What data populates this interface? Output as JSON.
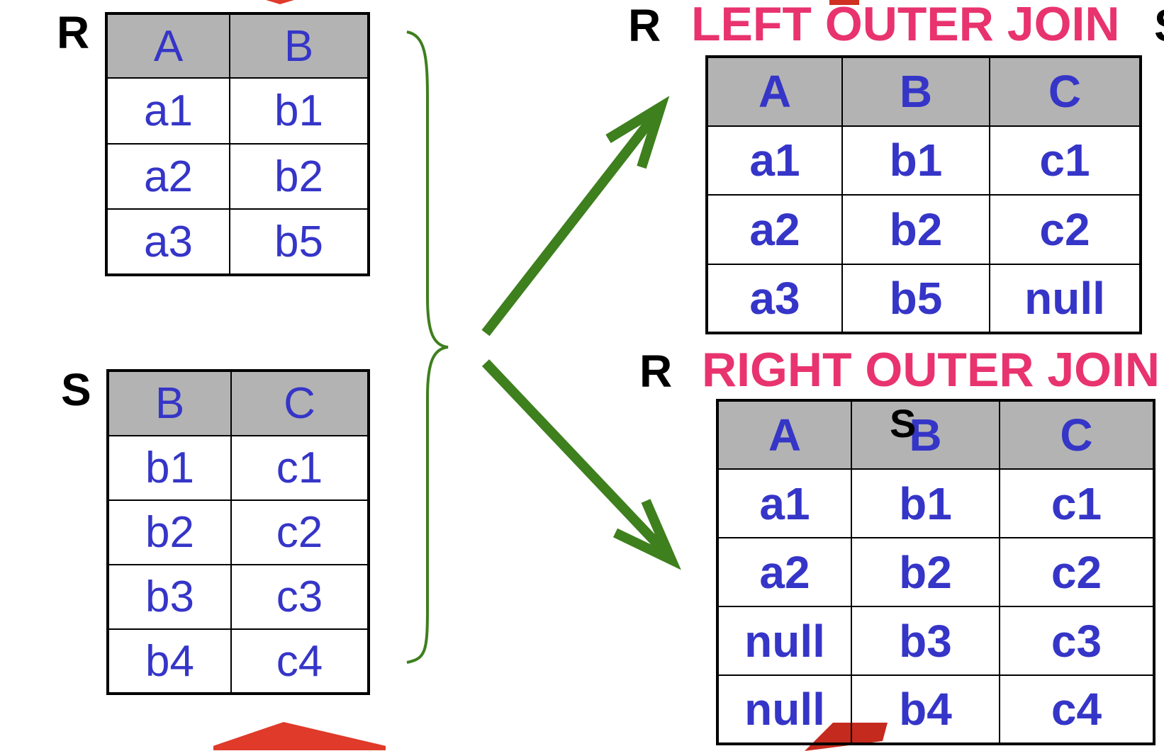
{
  "relation_r": {
    "label": "R",
    "headers": [
      "A",
      "B"
    ],
    "rows": [
      [
        "a1",
        "b1"
      ],
      [
        "a2",
        "b2"
      ],
      [
        "a3",
        "b5"
      ]
    ]
  },
  "relation_s": {
    "label": "S",
    "headers": [
      "B",
      "C"
    ],
    "rows": [
      [
        "b1",
        "c1"
      ],
      [
        "b2",
        "c2"
      ],
      [
        "b3",
        "c3"
      ],
      [
        "b4",
        "c4"
      ]
    ]
  },
  "left_join": {
    "left_label": "R",
    "operator": "LEFT OUTER JOIN",
    "right_label": "S",
    "headers": [
      "A",
      "B",
      "C"
    ],
    "rows": [
      [
        "a1",
        "b1",
        "c1"
      ],
      [
        "a2",
        "b2",
        "c2"
      ],
      [
        "a3",
        "b5",
        "null"
      ]
    ]
  },
  "right_join": {
    "left_label": "R",
    "operator": "RIGHT OUTER JOIN",
    "right_label": "S",
    "headers": [
      "A",
      "B",
      "C"
    ],
    "rows": [
      [
        "a1",
        "b1",
        "c1"
      ],
      [
        "a2",
        "b2",
        "c2"
      ],
      [
        "null",
        "b3",
        "c3"
      ],
      [
        "null",
        "b4",
        "c4"
      ]
    ]
  },
  "colors": {
    "cell_text": "#3535c8",
    "header_fill": "#b3b3b3",
    "operator_text": "#e8336f",
    "arrow_green": "#3e7f1e",
    "brace_green": "#3e7f1e",
    "shape_red": "#e03a2a"
  }
}
